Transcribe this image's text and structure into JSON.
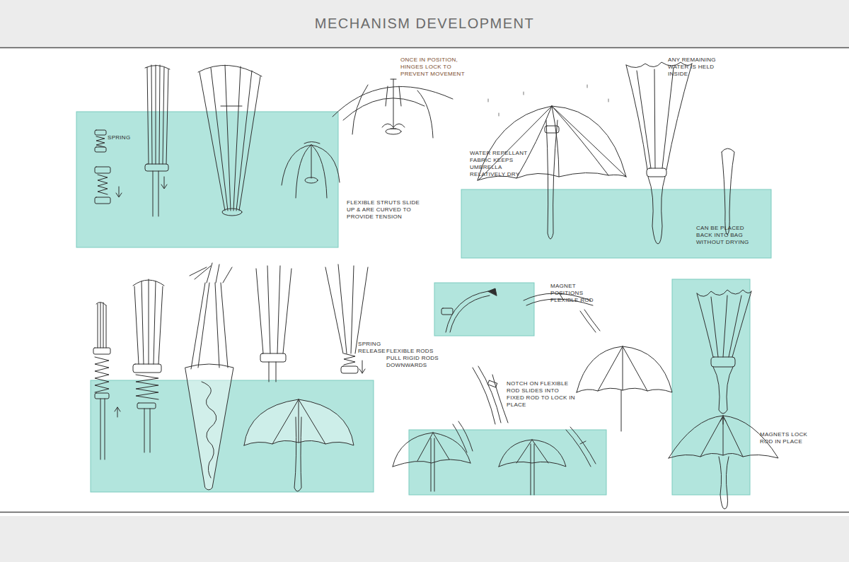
{
  "diagram": {
    "title": "MECHANISM DEVELOPMENT",
    "labels": [
      "SPRING",
      "ONCE IN POSITION, HINGES LOCK TO PREVENT MOVEMENT",
      "FLEXIBLE STRUTS SLIDE UP & ARE CURVED TO PROVIDE TENSION",
      "WATER REPELLANT FABRIC KEEPS UMBRELLA RELATIVELY DRY",
      "ANY REMAINING WATER IS HELD INSIDE",
      "CAN BE PLACED BACK INTO BAG WITHOUT DRYING",
      "SPRING RELEASE",
      "FLEXIBLE RODS PULL RIGID RODS DOWNWARDS",
      "MAGNET POSITIONS FLEXIBLE ROD",
      "NOTCH ON FLEXIBLE ROD SLIDES INTO FIXED ROD TO LOCK IN PLACE",
      "MAGNETS LOCK ROD IN PLACE"
    ]
  }
}
